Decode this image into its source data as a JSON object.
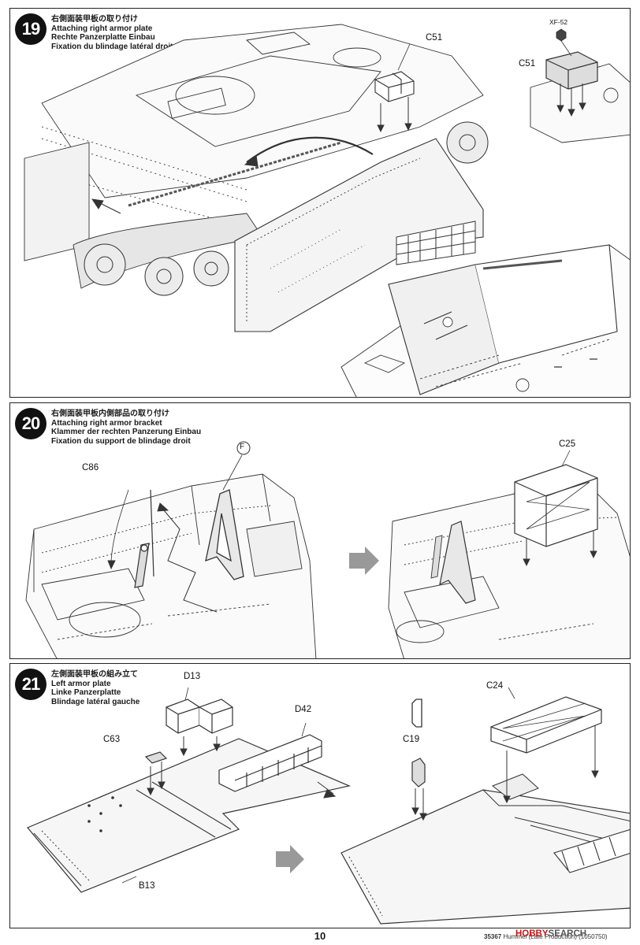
{
  "steps": [
    {
      "number": "19",
      "title_jp": "右側面装甲板の取り付け",
      "title_en": "Attaching right armor plate",
      "title_de": "Rechte Panzerplatte Einbau",
      "title_fr": "Fixation du blindage latéral droit",
      "parts": [
        "C51",
        "C51"
      ],
      "paint_code": "XF-52"
    },
    {
      "number": "20",
      "title_jp": "右側面装甲板内側部品の取り付け",
      "title_en": "Attaching right armor bracket",
      "title_de": "Klammer der rechten Panzerung Einbau",
      "title_fr": "Fixation du support de blindage droit",
      "parts": [
        "C86",
        "F",
        "C25"
      ]
    },
    {
      "number": "21",
      "title_jp": "左側面装甲板の組み立て",
      "title_en": "Left armor plate",
      "title_de": "Linke Panzerplatte",
      "title_fr": "Blindage latéral gauche",
      "parts": [
        "D13",
        "D42",
        "C63",
        "B13",
        "C19",
        "C24"
      ]
    }
  ],
  "footer": {
    "page_number": "10",
    "product_code": "35367",
    "product_name": "Hummel (Late Production) (1050750)",
    "watermark_a": "HOBBY",
    "watermark_b": "SEARCH"
  }
}
